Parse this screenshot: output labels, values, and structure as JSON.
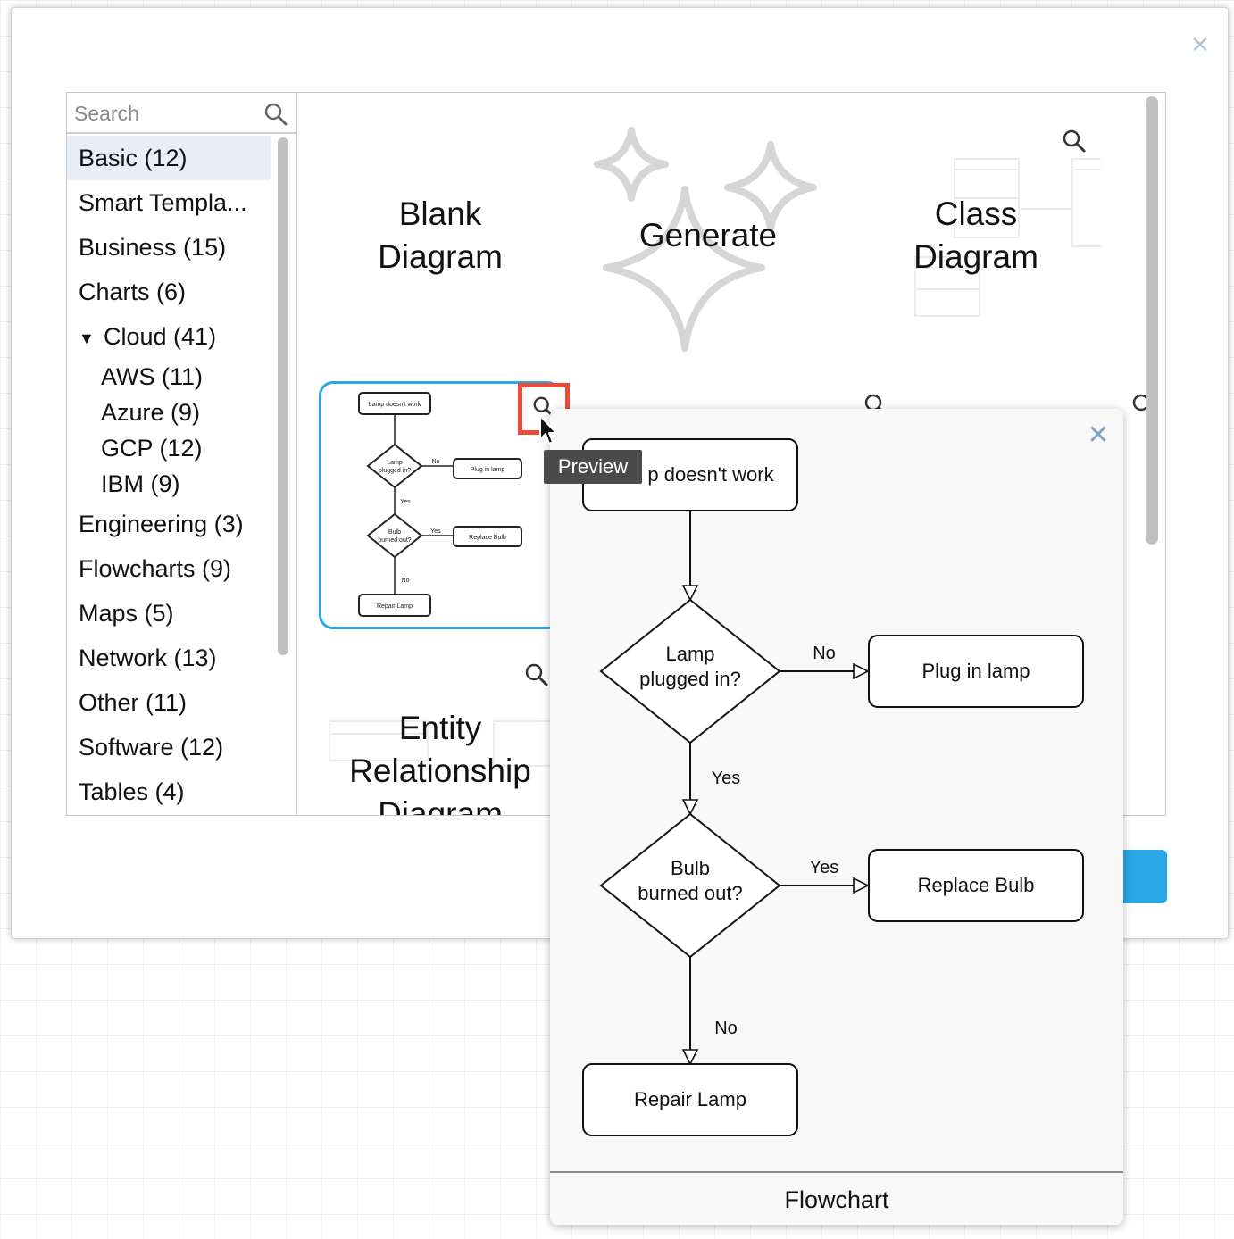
{
  "dialog": {
    "close_symbol": "✕"
  },
  "search": {
    "placeholder": "Search",
    "icon": "search-icon"
  },
  "categories": [
    {
      "label": "Basic (12)"
    },
    {
      "label": "Smart Templa..."
    },
    {
      "label": "Business (15)"
    },
    {
      "label": "Charts (6)"
    },
    {
      "label": "Cloud (41)",
      "expanded": true,
      "arrow": "▼"
    },
    {
      "label": "AWS (11)"
    },
    {
      "label": "Azure (9)"
    },
    {
      "label": "GCP (12)"
    },
    {
      "label": "IBM (9)"
    },
    {
      "label": "Engineering (3)"
    },
    {
      "label": "Flowcharts (9)"
    },
    {
      "label": "Maps (5)"
    },
    {
      "label": "Network (13)"
    },
    {
      "label": "Other (11)"
    },
    {
      "label": "Software (12)"
    },
    {
      "label": "Tables (4)"
    }
  ],
  "selected_category": "Basic (12)",
  "templates": {
    "blank": {
      "line1": "Blank",
      "line2": "Diagram"
    },
    "generate": {
      "label": "Generate",
      "icon": "sparkle-icon"
    },
    "class": {
      "line1": "Class",
      "line2": "Diagram"
    },
    "entity": {
      "line1": "Entity",
      "line2": "Relationship",
      "line3": "Diagram"
    }
  },
  "thumbnail": {
    "start": "Lamp doesn't work",
    "d1": [
      "Lamp",
      "plugged in?"
    ],
    "d2": [
      "Bulb",
      "burned out?"
    ],
    "plug": "Plug in lamp",
    "replace": "Replace Bulb",
    "repair": "Repair Lamp",
    "no": "No",
    "yes": "Yes"
  },
  "tooltip": {
    "text": "Preview"
  },
  "preview": {
    "title": "Flowchart",
    "close_symbol": "✕",
    "start_visible": "p doesn't work",
    "d1_line1": "Lamp",
    "d1_line2": "plugged in?",
    "d2_line1": "Bulb",
    "d2_line2": "burned out?",
    "plug": "Plug in lamp",
    "replace": "Replace Bulb",
    "repair": "Repair Lamp",
    "label_no_1": "No",
    "label_yes_1": "Yes",
    "label_yes_2": "Yes",
    "label_no_2": "No"
  },
  "colors": {
    "accent": "#29a7e6",
    "highlight": "#ea4a3a",
    "selected_bg": "#e8eef8",
    "tooltip_bg": "#4a4a4a"
  }
}
